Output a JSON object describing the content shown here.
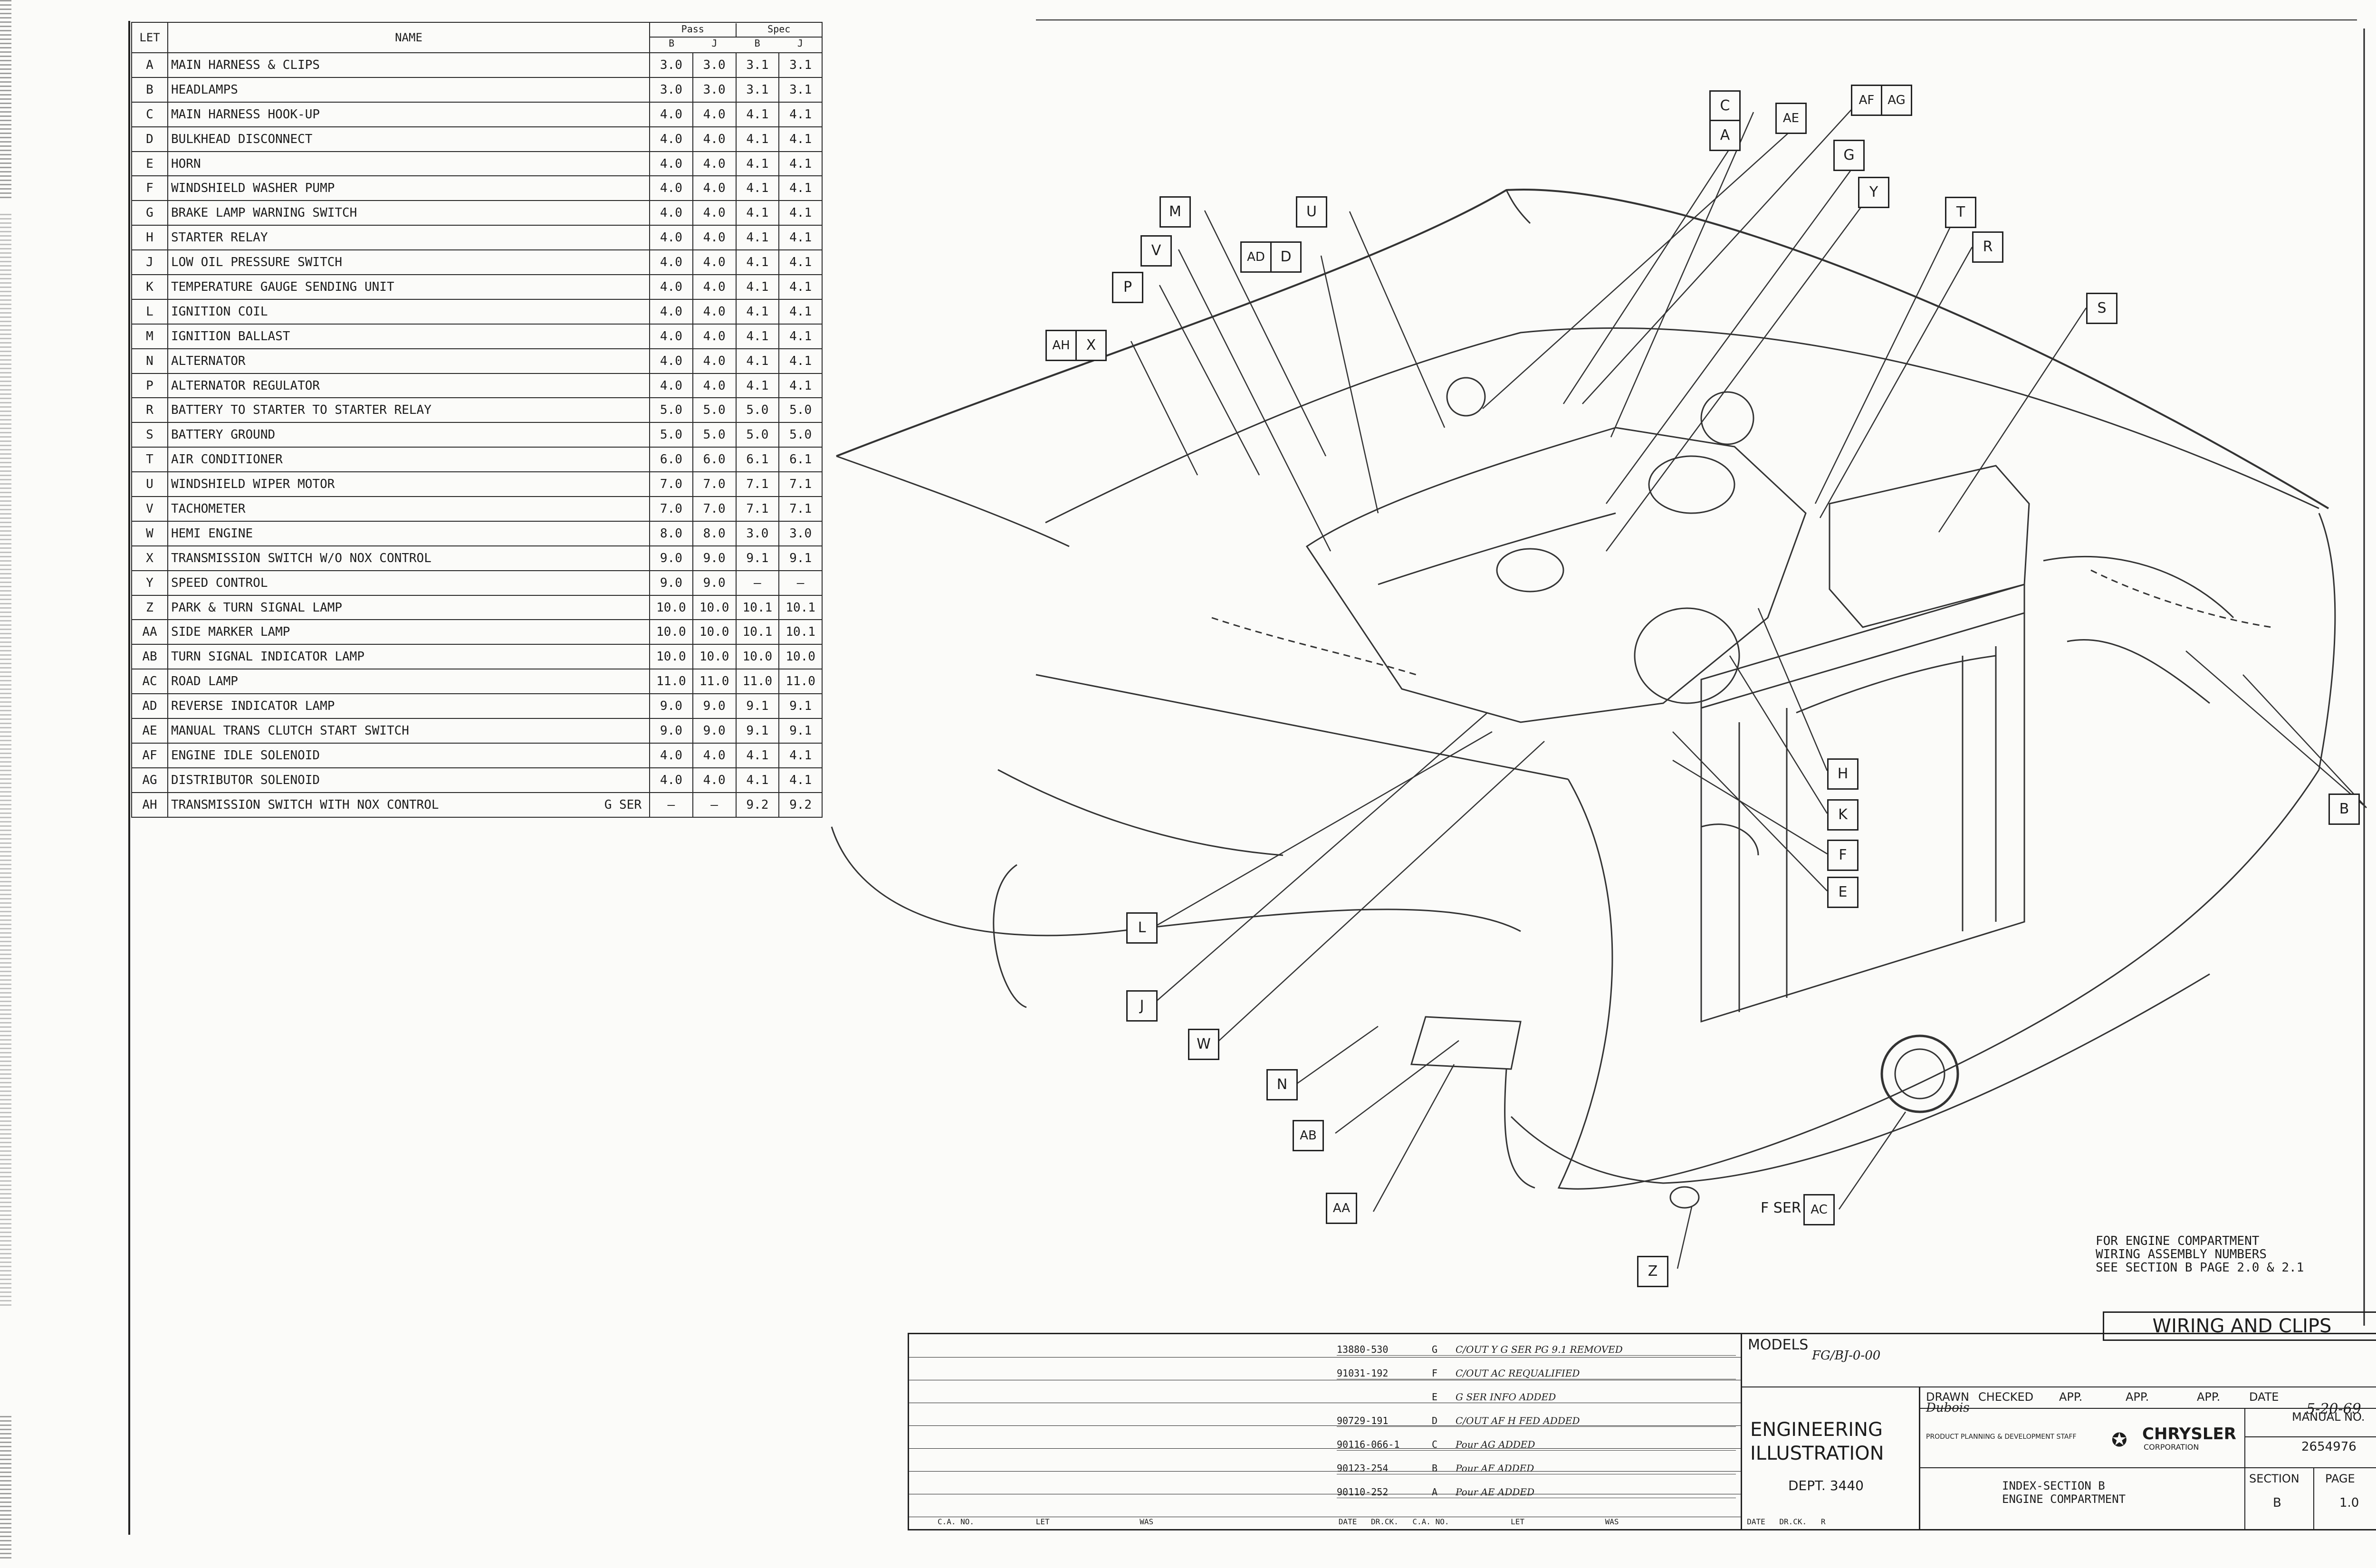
{
  "table": {
    "headers": {
      "let": "LET",
      "name": "NAME",
      "group1": "Pass",
      "group2": "Spec",
      "sub": [
        "B",
        "J",
        "B",
        "J"
      ]
    },
    "rows": [
      {
        "let": "A",
        "name": "MAIN HARNESS & CLIPS",
        "note": "",
        "v": [
          "3.0",
          "3.0",
          "3.1",
          "3.1"
        ]
      },
      {
        "let": "B",
        "name": "HEADLAMPS",
        "note": "",
        "v": [
          "3.0",
          "3.0",
          "3.1",
          "3.1"
        ]
      },
      {
        "let": "C",
        "name": "MAIN HARNESS HOOK-UP",
        "note": "",
        "v": [
          "4.0",
          "4.0",
          "4.1",
          "4.1"
        ]
      },
      {
        "let": "D",
        "name": "BULKHEAD DISCONNECT",
        "note": "",
        "v": [
          "4.0",
          "4.0",
          "4.1",
          "4.1"
        ]
      },
      {
        "let": "E",
        "name": "HORN",
        "note": "",
        "v": [
          "4.0",
          "4.0",
          "4.1",
          "4.1"
        ]
      },
      {
        "let": "F",
        "name": "WINDSHIELD WASHER PUMP",
        "note": "",
        "v": [
          "4.0",
          "4.0",
          "4.1",
          "4.1"
        ]
      },
      {
        "let": "G",
        "name": "BRAKE LAMP WARNING SWITCH",
        "note": "",
        "v": [
          "4.0",
          "4.0",
          "4.1",
          "4.1"
        ]
      },
      {
        "let": "H",
        "name": "STARTER RELAY",
        "note": "",
        "v": [
          "4.0",
          "4.0",
          "4.1",
          "4.1"
        ]
      },
      {
        "let": "J",
        "name": "LOW OIL PRESSURE SWITCH",
        "note": "",
        "v": [
          "4.0",
          "4.0",
          "4.1",
          "4.1"
        ]
      },
      {
        "let": "K",
        "name": "TEMPERATURE GAUGE SENDING UNIT",
        "note": "",
        "v": [
          "4.0",
          "4.0",
          "4.1",
          "4.1"
        ]
      },
      {
        "let": "L",
        "name": "IGNITION COIL",
        "note": "",
        "v": [
          "4.0",
          "4.0",
          "4.1",
          "4.1"
        ]
      },
      {
        "let": "M",
        "name": "IGNITION BALLAST",
        "note": "",
        "v": [
          "4.0",
          "4.0",
          "4.1",
          "4.1"
        ]
      },
      {
        "let": "N",
        "name": "ALTERNATOR",
        "note": "",
        "v": [
          "4.0",
          "4.0",
          "4.1",
          "4.1"
        ]
      },
      {
        "let": "P",
        "name": "ALTERNATOR REGULATOR",
        "note": "",
        "v": [
          "4.0",
          "4.0",
          "4.1",
          "4.1"
        ]
      },
      {
        "let": "R",
        "name": "BATTERY TO STARTER TO STARTER RELAY",
        "note": "",
        "v": [
          "5.0",
          "5.0",
          "5.0",
          "5.0"
        ]
      },
      {
        "let": "S",
        "name": "BATTERY GROUND",
        "note": "",
        "v": [
          "5.0",
          "5.0",
          "5.0",
          "5.0"
        ]
      },
      {
        "let": "T",
        "name": "AIR CONDITIONER",
        "note": "",
        "v": [
          "6.0",
          "6.0",
          "6.1",
          "6.1"
        ]
      },
      {
        "let": "U",
        "name": "WINDSHIELD WIPER MOTOR",
        "note": "",
        "v": [
          "7.0",
          "7.0",
          "7.1",
          "7.1"
        ]
      },
      {
        "let": "V",
        "name": "TACHOMETER",
        "note": "",
        "v": [
          "7.0",
          "7.0",
          "7.1",
          "7.1"
        ]
      },
      {
        "let": "W",
        "name": "HEMI ENGINE",
        "note": "",
        "v": [
          "8.0",
          "8.0",
          "3.0",
          "3.0"
        ]
      },
      {
        "let": "X",
        "name": "TRANSMISSION SWITCH W/O NOX CONTROL",
        "note": "",
        "v": [
          "9.0",
          "9.0",
          "9.1",
          "9.1"
        ]
      },
      {
        "let": "Y",
        "name": "SPEED CONTROL",
        "note": "",
        "v": [
          "9.0",
          "9.0",
          "—",
          "—"
        ]
      },
      {
        "let": "Z",
        "name": "PARK & TURN SIGNAL LAMP",
        "note": "",
        "v": [
          "10.0",
          "10.0",
          "10.1",
          "10.1"
        ]
      },
      {
        "let": "AA",
        "name": "SIDE MARKER LAMP",
        "note": "",
        "v": [
          "10.0",
          "10.0",
          "10.1",
          "10.1"
        ]
      },
      {
        "let": "AB",
        "name": "TURN SIGNAL INDICATOR LAMP",
        "note": "",
        "v": [
          "10.0",
          "10.0",
          "10.0",
          "10.0"
        ]
      },
      {
        "let": "AC",
        "name": "ROAD LAMP",
        "note": "",
        "v": [
          "11.0",
          "11.0",
          "11.0",
          "11.0"
        ]
      },
      {
        "let": "AD",
        "name": "REVERSE INDICATOR LAMP",
        "note": "",
        "v": [
          "9.0",
          "9.0",
          "9.1",
          "9.1"
        ]
      },
      {
        "let": "AE",
        "name": "MANUAL TRANS CLUTCH START SWITCH",
        "note": "",
        "v": [
          "9.0",
          "9.0",
          "9.1",
          "9.1"
        ]
      },
      {
        "let": "AF",
        "name": "ENGINE IDLE SOLENOID",
        "note": "",
        "v": [
          "4.0",
          "4.0",
          "4.1",
          "4.1"
        ]
      },
      {
        "let": "AG",
        "name": "DISTRIBUTOR SOLENOID",
        "note": "",
        "v": [
          "4.0",
          "4.0",
          "4.1",
          "4.1"
        ]
      },
      {
        "let": "AH",
        "name": "TRANSMISSION SWITCH WITH NOX CONTROL",
        "note": "G SER",
        "v": [
          "—",
          "—",
          "9.2",
          "9.2"
        ]
      }
    ]
  },
  "callouts": {
    "C": "C",
    "A": "A",
    "AE": "AE",
    "AF": "AF",
    "AG": "AG",
    "G": "G",
    "Y": "Y",
    "T": "T",
    "R": "R",
    "M": "M",
    "U": "U",
    "V": "V",
    "AD": "AD",
    "D": "D",
    "P": "P",
    "AH": "AH",
    "X": "X",
    "S": "S",
    "B": "B",
    "H": "H",
    "K": "K",
    "F": "F",
    "E": "E",
    "L": "L",
    "J": "J",
    "W": "W",
    "N": "N",
    "AB": "AB",
    "AA": "AA",
    "AC": "AC",
    "Z": "Z",
    "f_ser": "F SER"
  },
  "note": {
    "line1": "FOR ENGINE COMPARTMENT",
    "line2": "WIRING ASSEMBLY NUMBERS",
    "line3": "SEE SECTION B PAGE 2.0 & 2.1"
  },
  "sheet_title": "WIRING AND CLIPS",
  "title_block": {
    "models_label": "MODELS",
    "models_value": "FG/BJ-0-00",
    "eng_line1": "ENGINEERING",
    "eng_line2": "ILLUSTRATION",
    "dept": "DEPT. 3440",
    "drawn_label": "DRAWN",
    "checked_label": "CHECKED",
    "app1": "APP.",
    "app2": "APP.",
    "app3": "APP.",
    "date_label": "DATE",
    "date_value": "5-20-69",
    "drawn_by": "Dubois",
    "planning": "PRODUCT PLANNING & DEVELOPMENT STAFF",
    "brand": "CHRYSLER",
    "brand_sub": "CORPORATION",
    "manual_label": "MANUAL NO.",
    "manual_no": "2654976",
    "desc1": "INDEX-SECTION B",
    "desc2": "ENGINE COMPARTMENT",
    "section_label": "SECTION",
    "page_label": "PAGE",
    "section_value": "B",
    "page_value": "1.0"
  },
  "revisions": [
    {
      "num": "13880-530",
      "let": "G",
      "desc": "C/OUT Y G SER PG 9.1 REMOVED"
    },
    {
      "num": "91031-192",
      "let": "F",
      "desc": "C/OUT AC REQUALIFIED"
    },
    {
      "num": "",
      "let": "E",
      "desc": "G SER INFO ADDED"
    },
    {
      "num": "90729-191",
      "let": "D",
      "desc": "C/OUT AF H FED ADDED"
    },
    {
      "num": "90116-066-1",
      "let": "C",
      "desc": "Pour AG ADDED"
    },
    {
      "num": "90123-254",
      "let": "B",
      "desc": "Pour AF ADDED"
    },
    {
      "num": "90110-252",
      "let": "A",
      "desc": "Pour AE ADDED"
    }
  ],
  "revision_footer": {
    "ca_no": "C.A. NO.",
    "let": "LET",
    "was": "WAS",
    "date": "DATE",
    "dr_ck": "DR.CK.",
    "r": "R"
  },
  "colors": {
    "ink": "#1c1c1c",
    "paper": "#fbfbf9"
  }
}
